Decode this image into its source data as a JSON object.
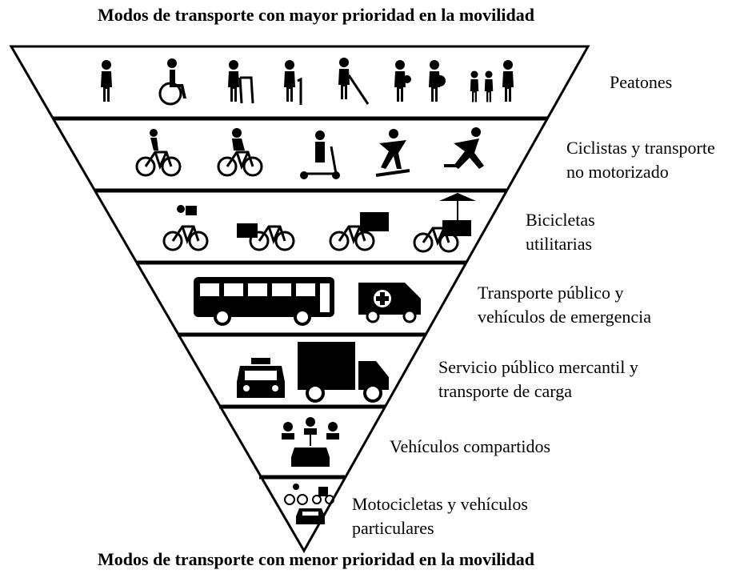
{
  "title_top": "Modos de transporte con mayor prioridad en la movilidad",
  "title_bottom": "Modos de transporte con menor prioridad en la movilidad",
  "levels": [
    {
      "label_line1": "Peatones",
      "label_line2": "",
      "icons": [
        "walking-person-icon",
        "wheelchair-user-icon",
        "walker-user-icon",
        "elderly-person-cane-icon",
        "blind-person-cane-icon",
        "person-with-baby-icon",
        "pregnant-woman-icon",
        "family-icon"
      ]
    },
    {
      "label_line1": "Ciclistas y transporte",
      "label_line2": "no motorizado",
      "icons": [
        "cyclist-icon",
        "mountain-cyclist-icon",
        "scooter-rider-icon",
        "skateboarder-icon",
        "roller-skater-icon"
      ]
    },
    {
      "label_line1": "Bicicletas",
      "label_line2": "utilitarias",
      "icons": [
        "delivery-cyclist-icon",
        "cargo-bike-icon",
        "cargo-tricycle-icon",
        "vending-tricycle-icon"
      ]
    },
    {
      "label_line1": "Transporte público y",
      "label_line2": "vehículos de emergencia",
      "icons": [
        "bus-icon",
        "ambulance-icon"
      ]
    },
    {
      "label_line1": "Servicio público mercantil y",
      "label_line2": "transporte de carga",
      "icons": [
        "taxi-icon",
        "truck-icon"
      ]
    },
    {
      "label_line1": "Vehículos compartidos",
      "label_line2": "",
      "icons": [
        "shared-car-icon"
      ]
    },
    {
      "label_line1": "Motocicletas y vehículos",
      "label_line2": "particulares",
      "icons": [
        "motorcycle-icon",
        "scooter-moto-icon",
        "private-car-icon"
      ]
    }
  ]
}
